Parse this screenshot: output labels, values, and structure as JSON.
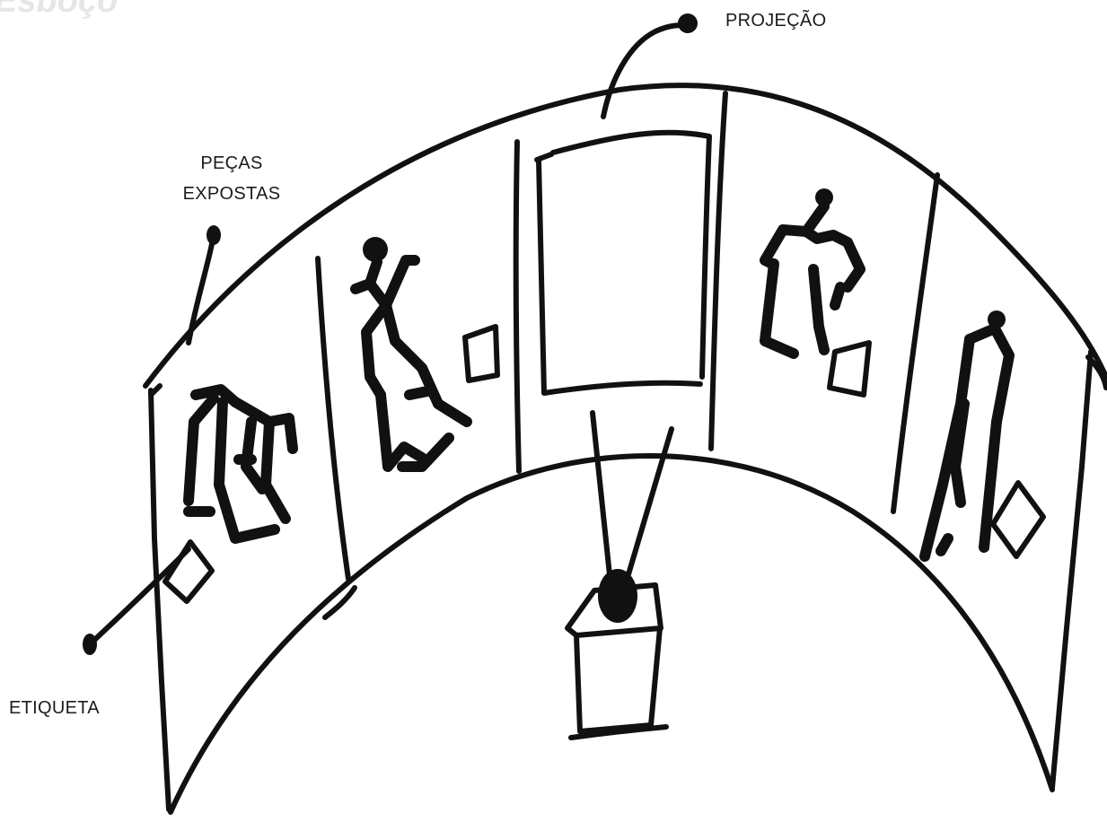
{
  "labels": {
    "projecao": "PROJEÇÃO",
    "pecas_line1": "PEÇAS",
    "pecas_line2": "EXPOSTAS",
    "etiqueta": "ETIQUETA"
  },
  "colors": {
    "ink": "#111111",
    "background": "#ffffff"
  }
}
